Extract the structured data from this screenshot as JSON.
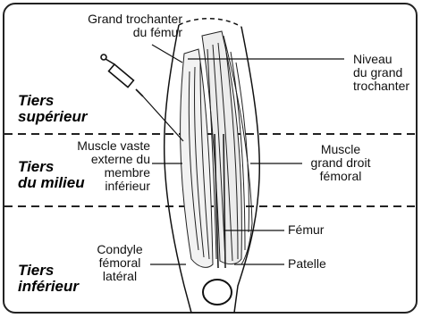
{
  "tiers": {
    "upper_line1": "Tiers",
    "upper_line2": "supérieur",
    "middle_line1": "Tiers",
    "middle_line2": "du milieu",
    "lower_line1": "Tiers",
    "lower_line2": "inférieur"
  },
  "labels": {
    "grand_trochanter_1": "Grand trochanter",
    "grand_trochanter_2": "du fémur",
    "niveau_1": "Niveau",
    "niveau_2": "du grand",
    "niveau_3": "trochanter",
    "vaste_1": "Muscle vaste",
    "vaste_2": "externe du",
    "vaste_3": "membre",
    "vaste_4": "inférieur",
    "droit_1": "Muscle",
    "droit_2": "grand droit",
    "droit_3": "fémoral",
    "femur": "Fémur",
    "patelle": "Patelle",
    "condyle_1": "Condyle",
    "condyle_2": "fémoral",
    "condyle_3": "latéral"
  }
}
